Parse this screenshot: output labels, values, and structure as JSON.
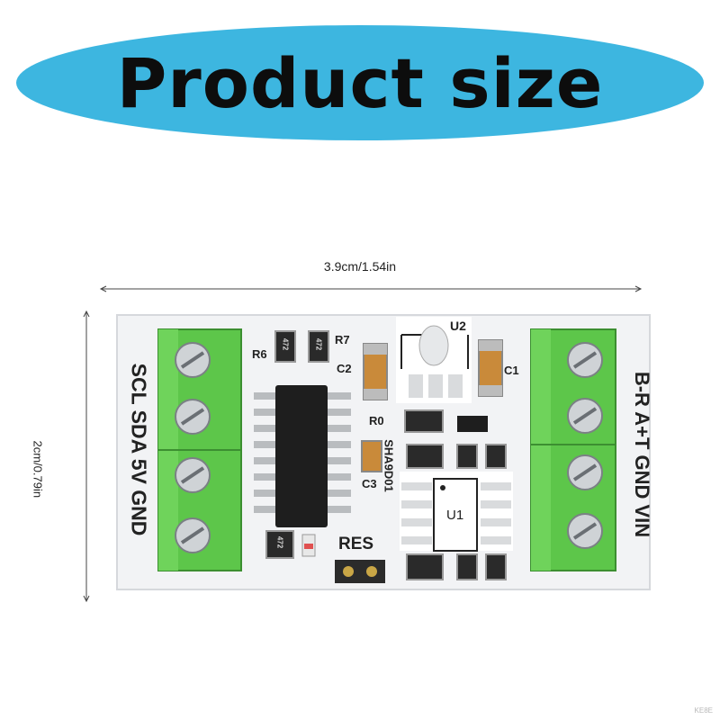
{
  "banner": {
    "title": "Product size",
    "color": "#3db6e0"
  },
  "dimensions": {
    "width": "3.9cm/1.54in",
    "height": "2cm/0.79in"
  },
  "board": {
    "left_terminal_labels": "SCL SDA 5V GND",
    "right_terminal_labels": "B-R A+T GND VIN",
    "components": {
      "r6": "R6",
      "r7": "R7",
      "c2": "C2",
      "c1": "C1",
      "u2": "U2",
      "r0": "R0",
      "c3": "C3",
      "chip_marking": "SHA9D01",
      "u1": "U1",
      "res": "RES",
      "resistor_code_r6": "472",
      "resistor_code_r7": "472",
      "resistor_code_bottom": "472"
    },
    "colors": {
      "pcb": "#f3f4f6",
      "terminal": "#5dc64a",
      "chip": "#1e1e1e"
    }
  },
  "watermark": "KE8E"
}
